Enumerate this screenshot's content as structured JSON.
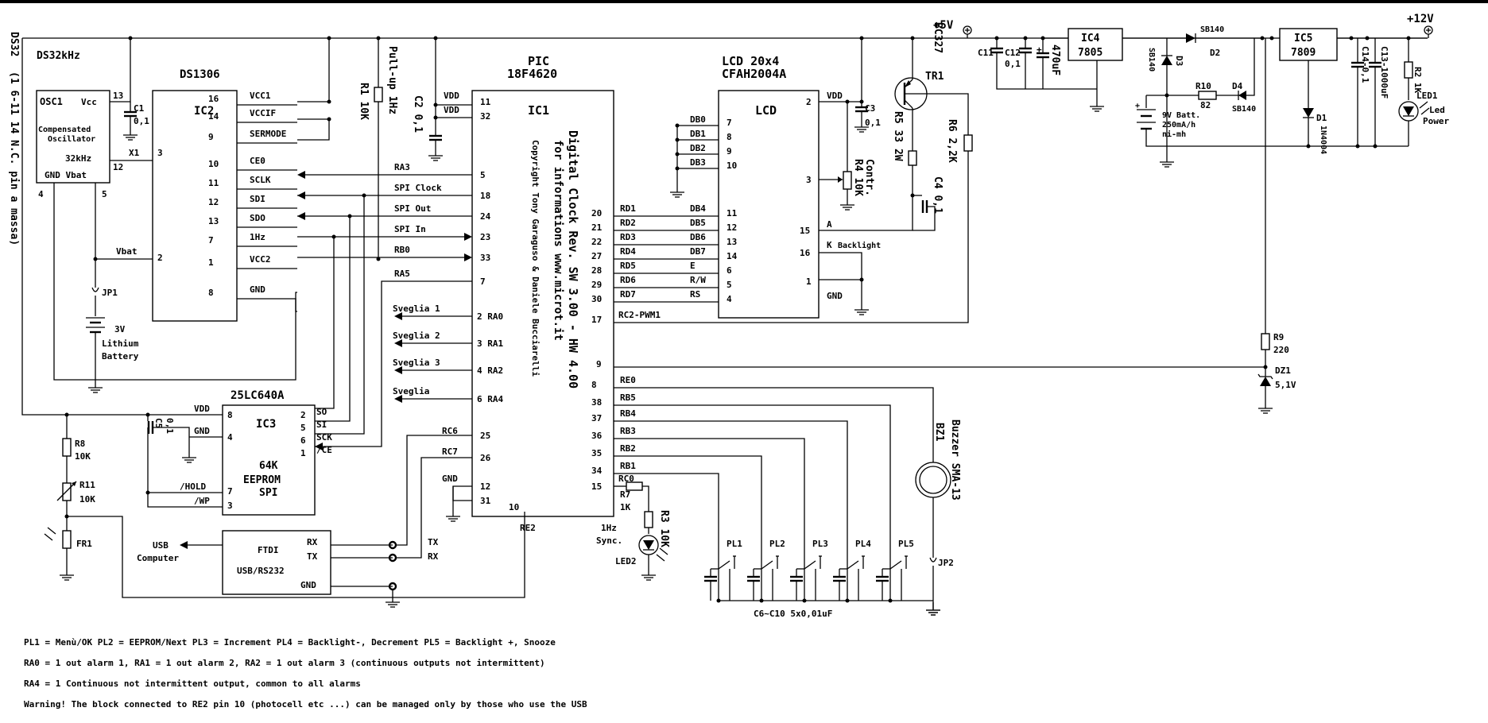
{
  "labels": {
    "ds32": "DS32",
    "ds32khz": "DS32kHz",
    "ds32note": "(1 6-11 14 N.C. pin a massa)",
    "osc_name": "OSC1",
    "osc_vcc": "Vcc",
    "osc_desc1": "Compensated",
    "osc_desc2": "Oscillator",
    "osc_32k": "32kHz",
    "osc_gnd": "GND Vbat",
    "osc_p13": "13",
    "osc_p12": "12",
    "osc_p4": "4",
    "osc_p5": "5",
    "c1_name": "C1",
    "c1_val": "0,1",
    "ds1306": "DS1306",
    "ic2": "IC2",
    "ic2_x1": "X1",
    "ic2_p3": "3",
    "ic2_vbat": "Vbat",
    "ic2_p2": "2",
    "ic2_pins": [
      {
        "num": "16",
        "name": "VCC1"
      },
      {
        "num": "14",
        "name": "VCCIF"
      },
      {
        "num": "9",
        "name": "SERMODE"
      },
      {
        "num": "10",
        "name": "CE0"
      },
      {
        "num": "11",
        "name": "SCLK"
      },
      {
        "num": "12",
        "name": "SDI"
      },
      {
        "num": "13",
        "name": "SDO"
      },
      {
        "num": "7",
        "name": "1Hz"
      },
      {
        "num": "1",
        "name": "VCC2"
      },
      {
        "num": "8",
        "name": "GND"
      }
    ],
    "jp1": "JP1",
    "batt_v": "3V",
    "batt1": "Lithium",
    "batt2": "Battery",
    "r1": "R1 10K",
    "pullup": "Pull-up 1Hz",
    "c2": "C2 0,1",
    "pic": "PIC",
    "pic_model": "18F4620",
    "ic1": "IC1",
    "pic_vdd": "VDD",
    "pic_p11": "11",
    "pic_p32": "32",
    "pic_left": [
      {
        "net": "RA3",
        "num": "5"
      },
      {
        "net": "SPI Clock",
        "num": "18"
      },
      {
        "net": "SPI Out",
        "num": "24"
      },
      {
        "net": "SPI In",
        "num": "23"
      },
      {
        "net": "RB0",
        "num": "33"
      },
      {
        "net": "RA5",
        "num": "7"
      }
    ],
    "sveglie": [
      {
        "label": "Sveglia 1",
        "pin": "2 RA0"
      },
      {
        "label": "Sveglia 2",
        "pin": "3 RA1"
      },
      {
        "label": "Sveglia 3",
        "pin": "4 RA2"
      },
      {
        "label": "Sveglia",
        "pin": "6 RA4"
      }
    ],
    "pic_rc6": "RC6",
    "pic_p25": "25",
    "pic_rc7": "RC7",
    "pic_p26": "26",
    "pic_gnd": "GND",
    "pic_p12": "12",
    "pic_p31": "31",
    "pic_p10": "10",
    "re2": "RE2",
    "pic_right_top": [
      {
        "num": "20",
        "net": "RD1"
      },
      {
        "num": "21",
        "net": "RD2"
      },
      {
        "num": "22",
        "net": "RD3"
      },
      {
        "num": "27",
        "net": "RD4"
      },
      {
        "num": "28",
        "net": "RD5"
      },
      {
        "num": "29",
        "net": "RD6"
      },
      {
        "num": "30",
        "net": "RD7"
      }
    ],
    "pic_p17": "17",
    "rc2pwm": "RC2-PWM1",
    "pic_p9": "9",
    "pic_right_low": [
      {
        "num": "8",
        "net": "RE0"
      },
      {
        "num": "38",
        "net": "RB5"
      },
      {
        "num": "37",
        "net": "RB4"
      },
      {
        "num": "36",
        "net": "RB3"
      },
      {
        "num": "35",
        "net": "RB2"
      },
      {
        "num": "34",
        "net": "RB1"
      }
    ],
    "pic_p15": "15",
    "rc0": "RC0",
    "pic_text1": "Digital Clock Rev. SW 3.00 - HW 4.00",
    "pic_text2": "for informations www.microt.it",
    "pic_text3": "Copyright Tony Garaguso & Daniele Bucciarelli",
    "lcd_title1": "LCD 20x4",
    "lcd_title2": "CFAH2004A",
    "lcd_name": "LCD",
    "lcd_db": [
      "DB0",
      "DB1",
      "DB2",
      "DB3"
    ],
    "lcd_db_pins": [
      "7",
      "8",
      "9",
      "10"
    ],
    "lcd_right": [
      {
        "name": "DB4",
        "num": "11"
      },
      {
        "name": "DB5",
        "num": "12"
      },
      {
        "name": "DB6",
        "num": "13"
      },
      {
        "name": "DB7",
        "num": "14"
      },
      {
        "name": "E",
        "num": "6"
      },
      {
        "name": "R/W",
        "num": "5"
      },
      {
        "name": "RS",
        "num": "4"
      }
    ],
    "lcd_vdd": "VDD",
    "lcd_p2": "2",
    "lcd_p3": "3",
    "lcd_p15": "15",
    "lcd_a": "A",
    "lcd_p16": "16",
    "lcd_k": "K",
    "backlight": "Backlight",
    "lcd_p1": "1",
    "lcd_gnd": "GND",
    "c3": "C3",
    "c3v": "0,1",
    "r4": "R4 10K",
    "contr": "Contr.",
    "tr1": "TR1",
    "bc327": "BC327",
    "r5": "R5 33 2W",
    "r6": "R6 2,2K",
    "c4": "C4 0,1",
    "plus5": "+5V",
    "plus12": "+12V",
    "c11": "C11",
    "c12": "C12",
    "c12v": "0,1",
    "c470": "470uF",
    "ic4": "IC4",
    "ic4v": "7805",
    "ic5": "IC5",
    "ic5v": "7809",
    "d3": "D3",
    "sb140": "SB140",
    "d2": "D2",
    "r10": "R10",
    "r10v": "82",
    "d4": "D4",
    "batt9_1": "9V Batt.",
    "batt9_2": "250mA/h",
    "batt9_3": "ni-mh",
    "d1": "D1",
    "d1v": "1N4004",
    "c14": "C14-0,1",
    "c13": "C13-1000uF",
    "r2": "R2 1K",
    "led1": "LED1",
    "led_power1": "Led",
    "led_power2": "Power",
    "r9": "R9",
    "r9v": "220",
    "dz1": "DZ1",
    "dz1v": "5,1V",
    "buzzer": "Buzzer SMA-13",
    "bz1": "BZ1",
    "jp2": "JP2",
    "pl": [
      "PL1",
      "PL2",
      "PL3",
      "PL4",
      "PL5"
    ],
    "c6c10": "C6~C10  5x0,01uF",
    "r7": "R7",
    "r7v": "1K",
    "r3": "R3 10K",
    "sync1": "1Hz",
    "sync2": "Sync.",
    "led2": "LED2",
    "eeprom_part": "25LC640A",
    "ic3": "IC3",
    "ic3_vdd": "VDD",
    "ic3_gnd": "GND",
    "ic3_p8": "8",
    "ic3_p4": "4",
    "ic3_desc1": "64K",
    "ic3_desc2": "EEPROM",
    "ic3_desc3": "SPI",
    "ic3_right": [
      {
        "num": "2",
        "name": "SO"
      },
      {
        "num": "5",
        "name": "SI"
      },
      {
        "num": "6",
        "name": "SCK"
      },
      {
        "num": "1",
        "name": "/CE"
      }
    ],
    "ic3_hold": "/HOLD",
    "ic3_wp": "/WP",
    "ic3_p7": "7",
    "ic3_p3": "3",
    "c5": "C5",
    "c5v": "0,1",
    "r8": "R8",
    "r8v": "10K",
    "r11": "R11",
    "r11v": "10K",
    "fr1": "FR1",
    "ftdi1": "FTDI",
    "ftdi2": "USB/RS232",
    "ftdi_rx": "RX",
    "ftdi_tx": "TX",
    "ftdi_gnd": "GND",
    "usb": "USB",
    "computer": "Computer",
    "tx": "TX",
    "rx": "RX"
  },
  "notes": [
    "PL1 = Menù/OK  PL2 = EEPROM/Next  PL3 = Increment  PL4 = Backlight-, Decrement  PL5 = Backlight +, Snooze",
    "RA0 = 1 out alarm 1, RA1 = 1 out alarm 2, RA2 = 1 out alarm 3 (continuous outputs not intermittent)",
    "RA4 = 1 Continuous not intermittent output, common to all alarms",
    "Warning! The block connected to RE2 pin 10 (photocell etc ...) can be managed only by those who use the USB"
  ]
}
